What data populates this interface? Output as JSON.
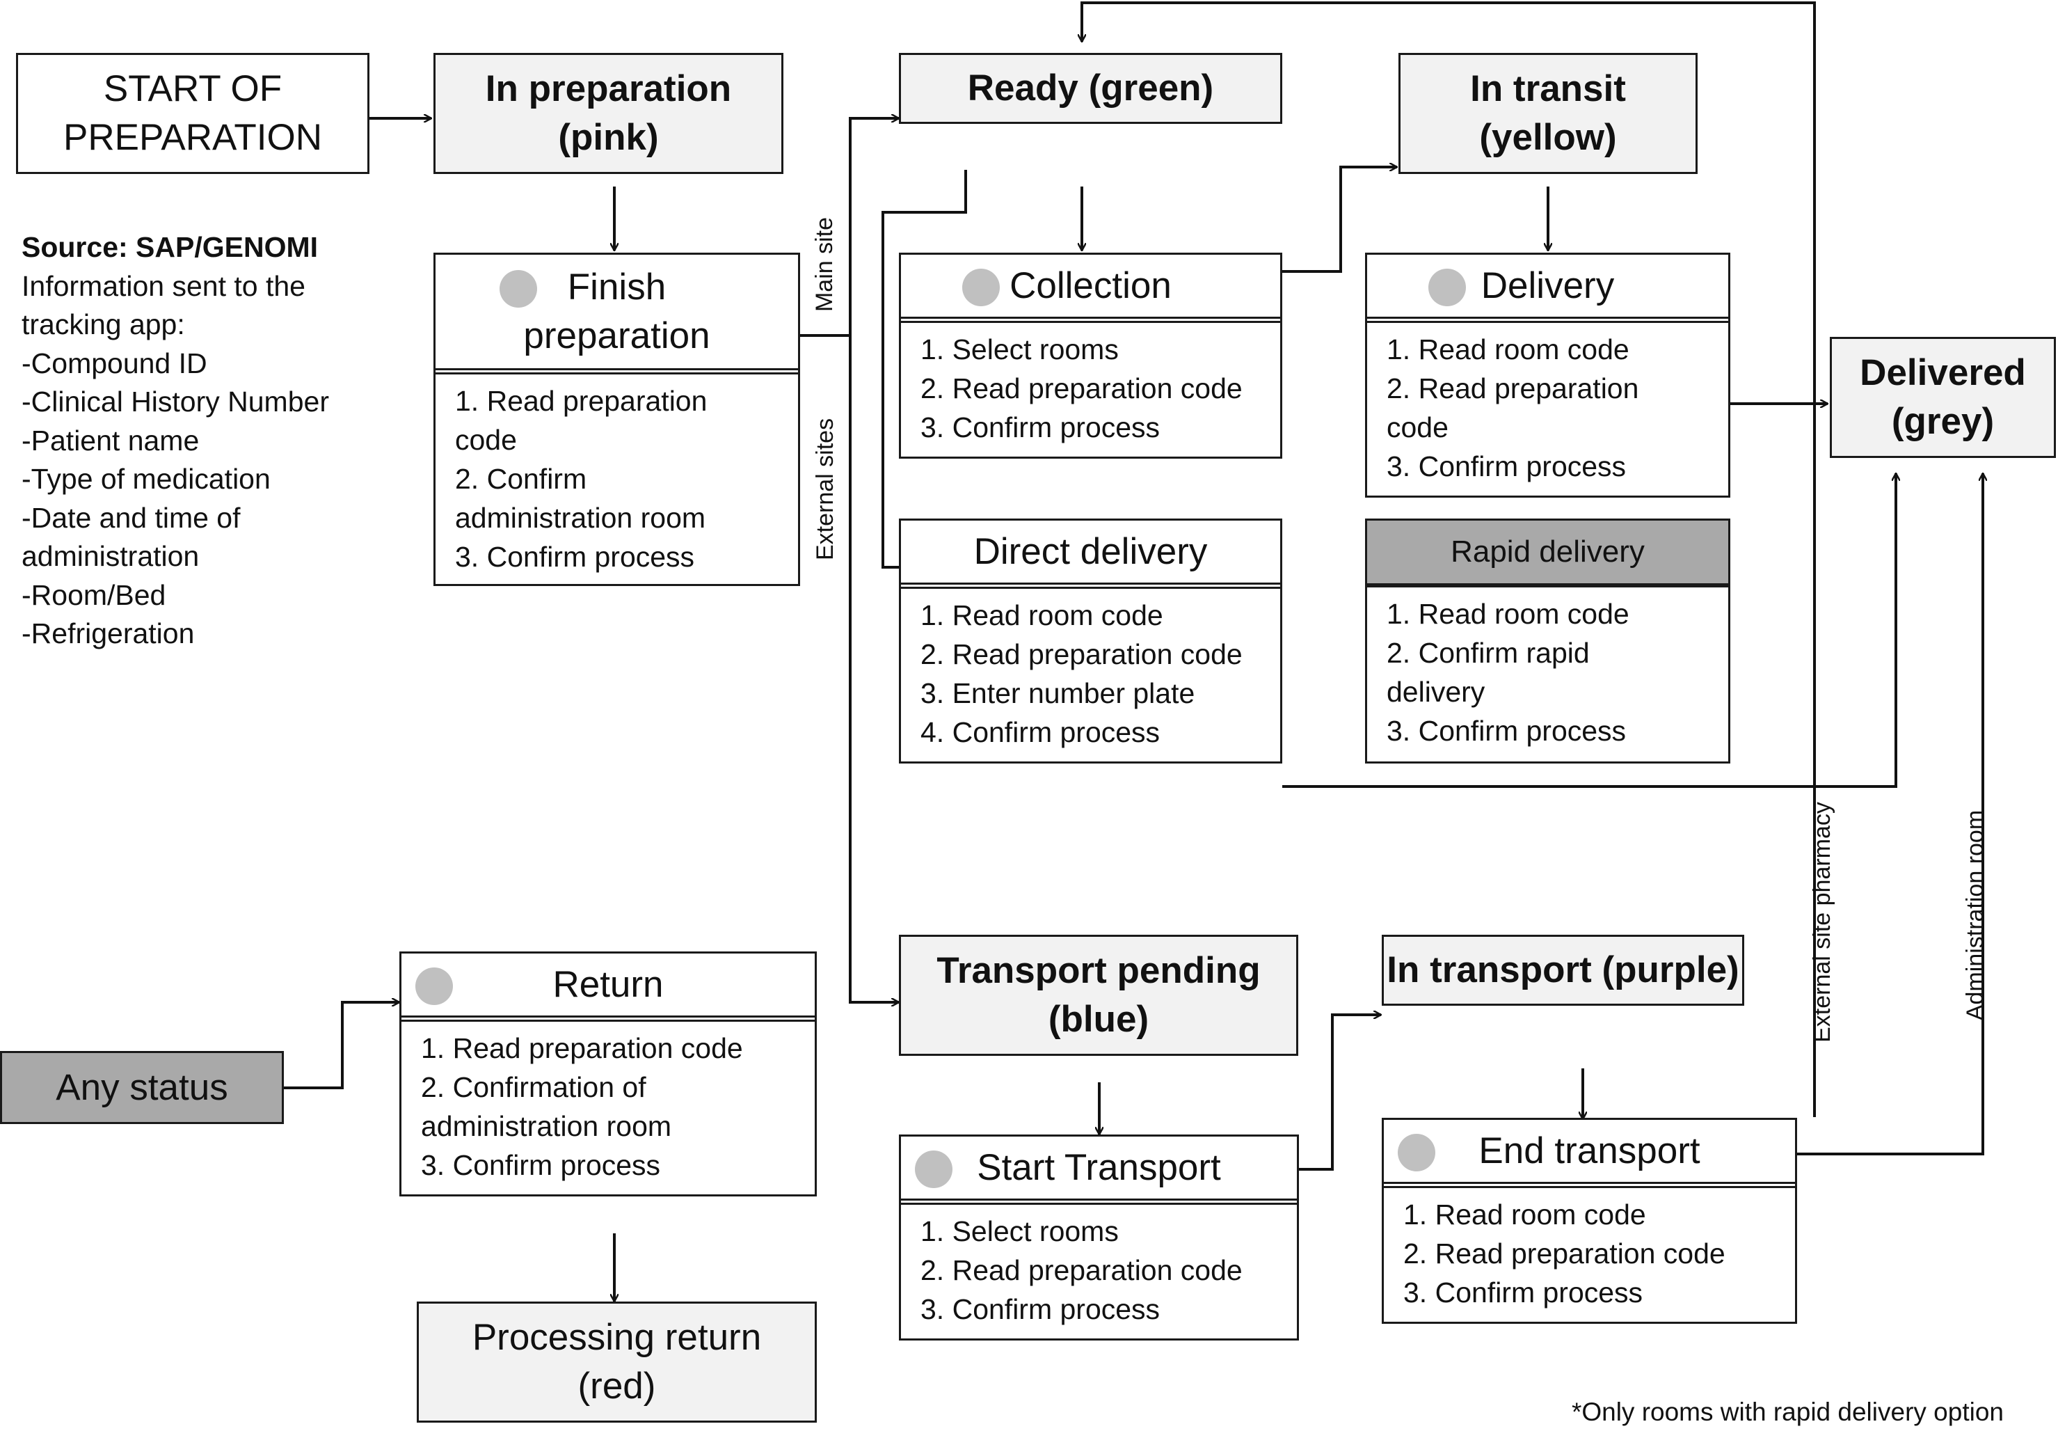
{
  "start": {
    "label": "START OF\nPREPARATION"
  },
  "info": {
    "source": "Source: SAP/GENOMI",
    "lines": [
      "Information sent to the",
      "tracking app:",
      "-Compound ID",
      "-Clinical History Number",
      "-Patient name",
      "-Type of medication",
      "-Date and time of",
      "administration",
      "-Room/Bed",
      "-Refrigeration"
    ]
  },
  "statuses": {
    "in_preparation": "In preparation\n(pink)",
    "ready": "Ready (green)",
    "in_transit": "In transit\n(yellow)",
    "delivered": "Delivered\n(grey)",
    "transport_pending": "Transport pending\n(blue)",
    "in_transport": "In transport (purple)",
    "processing_return": "Processing return\n(red)",
    "any_status": "Any status"
  },
  "processes": {
    "finish_preparation": {
      "title": "Finish\npreparation",
      "steps": [
        "1. Read preparation",
        "code",
        "2. Confirm",
        "administration room",
        "3. Confirm process"
      ]
    },
    "collection": {
      "title": "Collection",
      "steps": [
        "1. Select rooms",
        "2. Read preparation code",
        "3. Confirm process"
      ]
    },
    "delivery": {
      "title": "Delivery",
      "steps": [
        "1. Read room code",
        "2. Read preparation",
        "code",
        "3. Confirm process"
      ]
    },
    "direct_delivery": {
      "title": "Direct delivery",
      "steps": [
        "1. Read room code",
        "2. Read preparation code",
        "3. Enter number plate",
        "4. Confirm process"
      ]
    },
    "rapid_delivery": {
      "title": "Rapid delivery",
      "steps": [
        "1. Read room code",
        "2. Confirm rapid",
        "delivery",
        "3. Confirm process"
      ]
    },
    "return": {
      "title": "Return",
      "steps": [
        "1. Read preparation code",
        "2. Confirmation of",
        "administration room",
        "3. Confirm process"
      ]
    },
    "start_transport": {
      "title": "Start Transport",
      "steps": [
        "1. Select rooms",
        "2. Read preparation code",
        "3. Confirm process"
      ]
    },
    "end_transport": {
      "title": "End transport",
      "steps": [
        "1. Read room code",
        "2. Read preparation code",
        "3. Confirm process"
      ]
    }
  },
  "edge_labels": {
    "main_site": "Main site",
    "external_sites": "External sites",
    "external_site_pharmacy": "External site pharmacy",
    "administration_room": "Administration room"
  },
  "footnote": "*Only rooms with rapid delivery option"
}
